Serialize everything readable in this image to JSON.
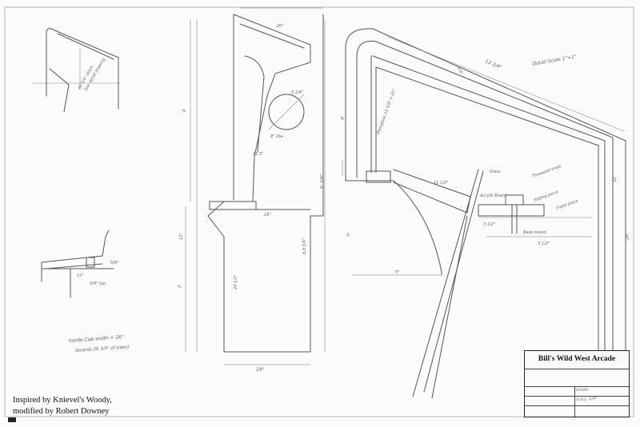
{
  "title_block": {
    "title": "Bill's Wild West Arcade",
    "row_labels": [
      "DRAWN",
      "SCALE"
    ],
    "scale_value": "1/4\""
  },
  "credits": {
    "line1": "Inspired by Knievel's Woody,",
    "line2": "modified by Robert Downey"
  },
  "annotations": {
    "detail_scale": "Detail Scale 1\"=1\"",
    "top_length": "13 3/4\"",
    "thickness": "3/4\"",
    "plexiglass": "Plexiglass 15 5/8\" x 20\"",
    "glass": "Glass",
    "acrylic_board": "Acrylic Board",
    "threaded_knob": "Threaded knob",
    "sliding_piece": "Sliding piece",
    "fixed_piece": "Fixed piece",
    "base_board": "Base board",
    "dim_3_5_a": "3 1/2\"",
    "dim_3_5_b": "3 1/2\"",
    "dim_5": "5\"",
    "dim_9": "9\"",
    "dim_11_5": "11 1/2\"",
    "dim_7": "7\"",
    "dim_19": "19\"",
    "dim_10": "10\"",
    "dim_24": "24\"",
    "inside_note_1": "Inside Cab width = 26\"",
    "inside_note_2": "(boards 26 3/4\" of sides)",
    "left_note_1": "All 3/4\" stock",
    "left_note_2": "See detail drawing",
    "speaker_cut": "8\" Dia.",
    "dim_5_25": "5 1/4\"",
    "side_height": "6' 3/4\""
  }
}
